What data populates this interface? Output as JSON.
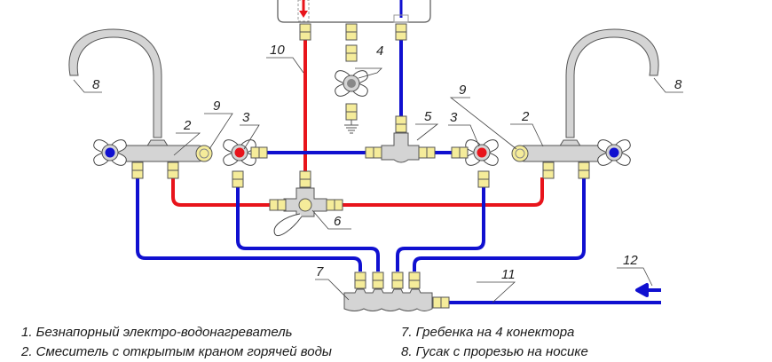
{
  "title": "Схема подключения безнапорного водонагревателя",
  "colors": {
    "hot_pipe": "#e8141b",
    "cold_pipe": "#1010d0",
    "fitting": "#f5ec9a",
    "body": "#d4d4d4",
    "outline": "#555555"
  },
  "callouts": {
    "c1": "10",
    "c2": "4",
    "c3": "5",
    "c4": "6",
    "c5": "7",
    "c6": "11",
    "c7": "12",
    "c8_left": "8",
    "c8_right": "8",
    "c9_left": "9",
    "c9_right": "9",
    "c2_left": "2",
    "c2_right": "2",
    "c3_left": "3",
    "c3_right": "3"
  },
  "legend": {
    "left": [
      "1.  Безнапорный электро-водонагреватель",
      "2. Смеситель с открытым краном горячей воды"
    ],
    "right": [
      "7. Гребенка на 4 конектора",
      "8. Гусак с прорезью на носике"
    ]
  },
  "icons": {
    "hot_flow_arrow": "arrow-down-icon",
    "cold_inlet_arrow": "arrow-left-icon",
    "drain": "drain-ground-icon"
  }
}
